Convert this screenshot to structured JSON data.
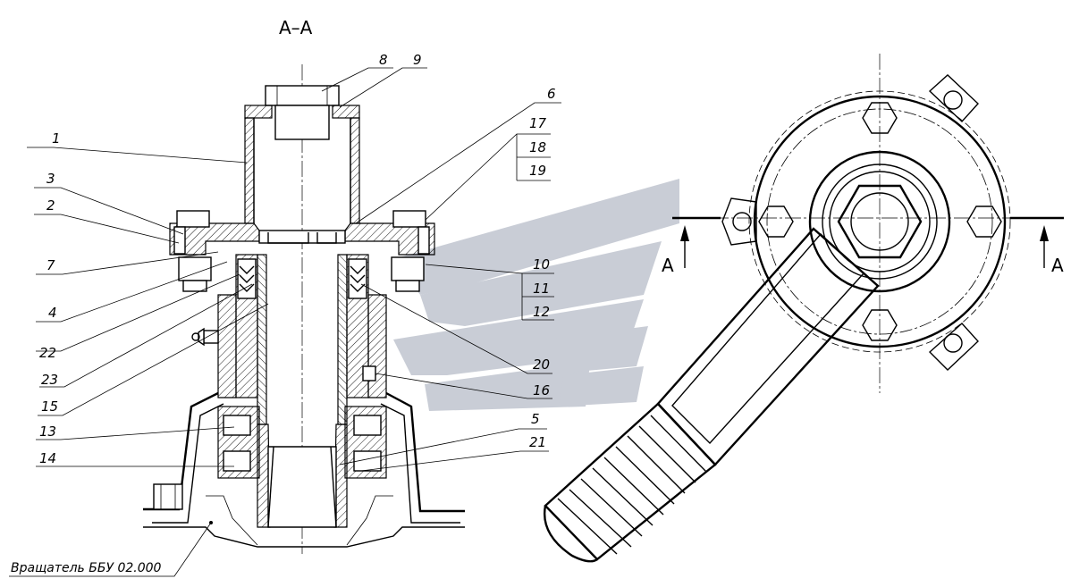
{
  "section_title": "A–A",
  "section_marks": {
    "left": "A",
    "right": "A"
  },
  "callouts": [
    "1",
    "2",
    "3",
    "4",
    "5",
    "6",
    "7",
    "8",
    "9",
    "10",
    "11",
    "12",
    "13",
    "14",
    "15",
    "16",
    "17",
    "18",
    "19",
    "20",
    "21",
    "22",
    "23"
  ],
  "caption": "Вращатель ББУ 02.000",
  "colors": {
    "line": "#000000",
    "watermark": "#c9cdd6",
    "background": "#ffffff"
  },
  "icons": {
    "watermark": "stylized-logo-watermark"
  }
}
